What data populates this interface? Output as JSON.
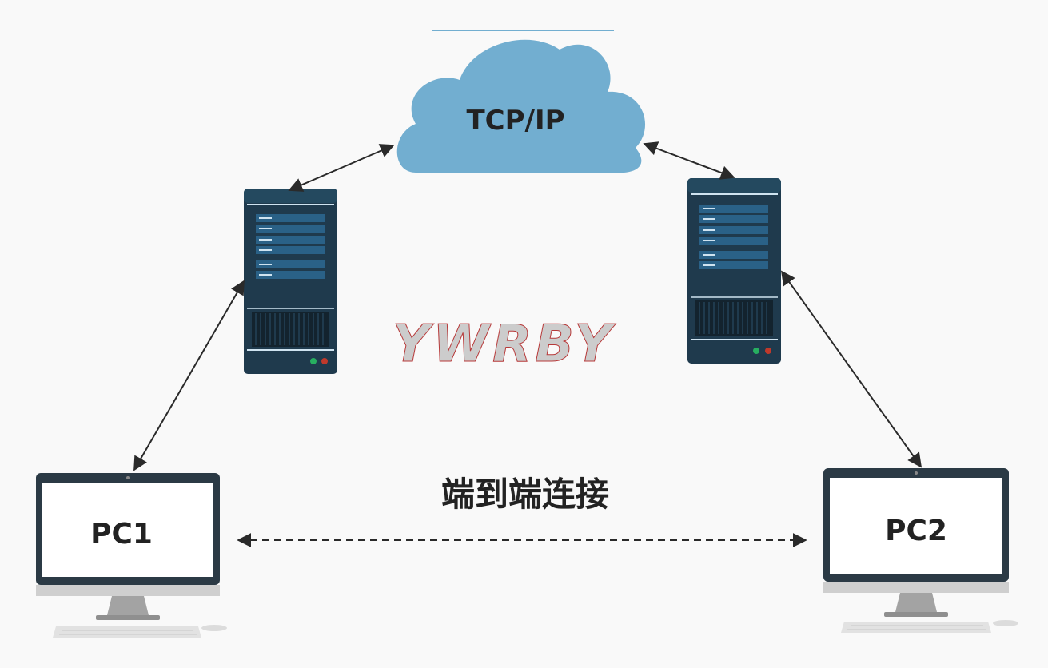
{
  "cloud": {
    "label": "TCP/IP"
  },
  "pc1": {
    "label": "PC1"
  },
  "pc2": {
    "label": "PC2"
  },
  "connection": {
    "label": "端到端连接"
  },
  "watermark": {
    "text": "YWRBY"
  },
  "colors": {
    "background": "#f9f9f9",
    "cloud": "#72aed0",
    "server_body": "#1f3a4d",
    "server_panel": "#2a6187",
    "server_line": "#cfe3f0",
    "monitor_frame": "#2b3a45",
    "monitor_screen": "#ffffff",
    "stand": "#9a9a9a",
    "keyboard": "#dcdcdc",
    "arrow": "#2a2a2a",
    "led_green": "#27ae60",
    "led_red": "#c0392b",
    "watermark": "#c8c8c8"
  }
}
